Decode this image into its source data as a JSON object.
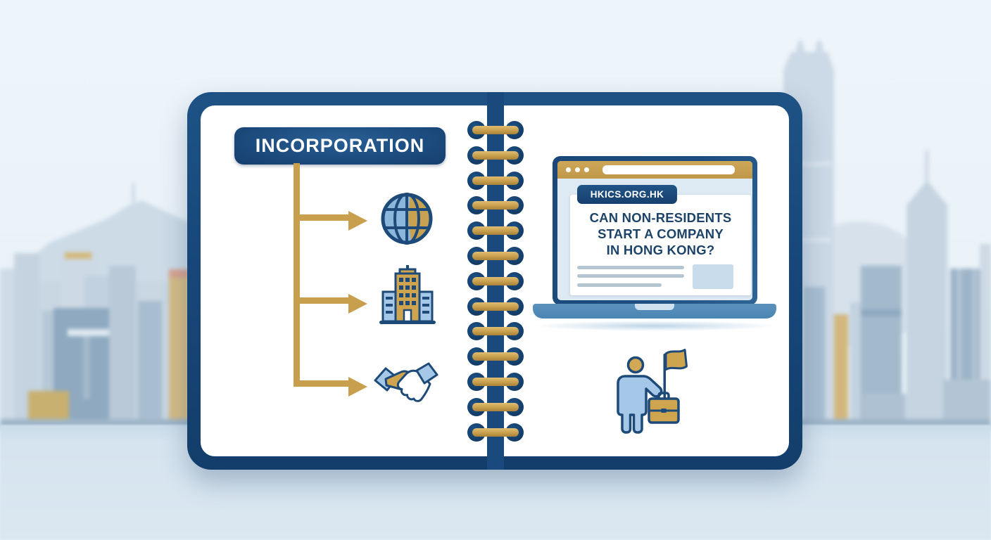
{
  "scene": {
    "kind": "infographic",
    "subject": "Hong Kong company incorporation notebook illustration",
    "background": "faded Hong Kong skyline with Victoria Peak, IFC tower and Central Plaza over harbour water"
  },
  "notebook": {
    "ring_count": 13,
    "left_page": {
      "title": "INCORPORATION",
      "branch_icons": [
        "globe-icon",
        "building-icon",
        "handshake-icon"
      ]
    },
    "right_page": {
      "laptop": {
        "browser_dots": 3,
        "url_badge": "HKICS.ORG.HK",
        "heading_lines": [
          "CAN NON-RESIDENTS",
          "START A COMPANY",
          "IN HONG KONG?"
        ],
        "placeholder_lines": 3,
        "placeholder_thumbnail": "image-placeholder"
      },
      "icons": [
        "person-with-flag-icon",
        "briefcase-icon"
      ]
    }
  },
  "colors": {
    "navy": "#1a4878",
    "navy_dark": "#133e6b",
    "gold": "#c79f4d",
    "icon_light_blue": "#a5c8e8",
    "globe_blue": "#8cb7dc",
    "laptop_base_blue": "#4a84b2",
    "screen_bg": "#dde9f3",
    "heading_text": "#1d4468",
    "sky": "#e9f2f8",
    "water": "#d6e4ef",
    "page_white": "#ffffff"
  }
}
